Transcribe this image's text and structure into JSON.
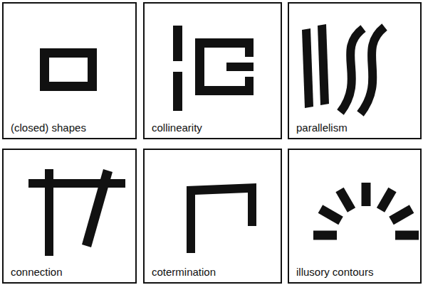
{
  "diagram": {
    "nodes": [
      {
        "text": [
          "(closed) shapes"
        ]
      },
      {
        "text": [
          "collinearity"
        ]
      },
      {
        "text": [
          "parallelism"
        ]
      },
      {
        "text": [
          "connection"
        ]
      },
      {
        "text": [
          "cotermination"
        ]
      },
      {
        "text": [
          "illusory contours"
        ]
      }
    ]
  }
}
